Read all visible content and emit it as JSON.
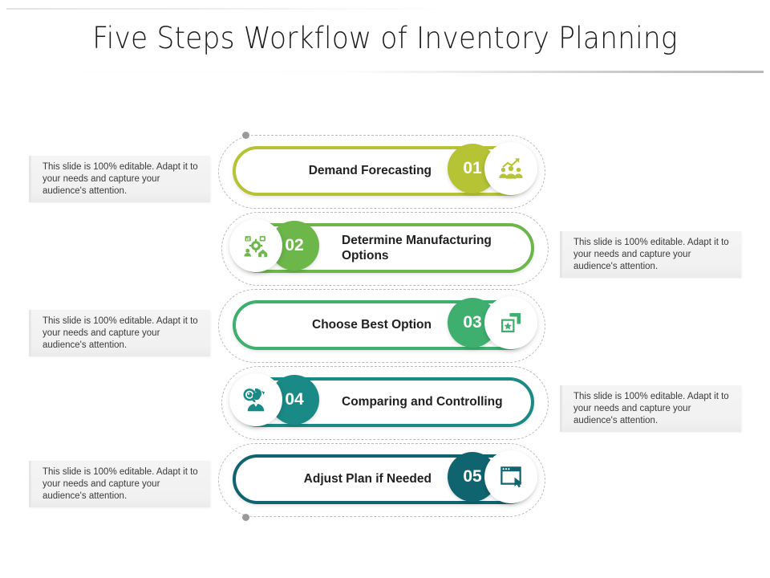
{
  "slide": {
    "title": "Five Steps Workflow of Inventory Planning"
  },
  "colors": {
    "step1": "#b5c334",
    "step2": "#6cb64a",
    "step3": "#3eaf6e",
    "step4": "#1a8a86",
    "step5": "#0f6470",
    "note_bg": "#f2f2f2",
    "text": "#212121",
    "dashed_outline": "#b9b9b9",
    "connector_dot": "#9a9a9a"
  },
  "steps": [
    {
      "number": "01",
      "label": "Demand Forecasting",
      "icon": "team-growth-icon",
      "layout": "badge-right",
      "color": "#b5c334"
    },
    {
      "number": "02",
      "label": "Determine Manufacturing Options",
      "icon": "factory-gear-icon",
      "layout": "badge-left",
      "color": "#6cb64a"
    },
    {
      "number": "03",
      "label": "Choose Best Option",
      "icon": "select-card-star-icon",
      "layout": "badge-right",
      "color": "#3eaf6e"
    },
    {
      "number": "04",
      "label": "Comparing and Controlling",
      "icon": "analyst-magnifier-icon",
      "layout": "badge-left",
      "color": "#1a8a86"
    },
    {
      "number": "05",
      "label": "Adjust Plan if Needed",
      "icon": "checklist-window-icon",
      "layout": "badge-right",
      "color": "#0f6470"
    }
  ],
  "notes": [
    {
      "side": "left",
      "text": "This slide is 100% editable. Adapt it to your needs and capture your audience's attention."
    },
    {
      "side": "right",
      "text": "This slide is 100% editable. Adapt it to your needs and capture your audience's attention."
    },
    {
      "side": "left",
      "text": "This slide is 100% editable. Adapt it to your needs and capture your audience's attention."
    },
    {
      "side": "right",
      "text": "This slide is 100% editable. Adapt it to your needs and capture your audience's attention."
    },
    {
      "side": "left",
      "text": "This slide is 100% editable. Adapt it to your needs and capture your audience's attention."
    }
  ]
}
